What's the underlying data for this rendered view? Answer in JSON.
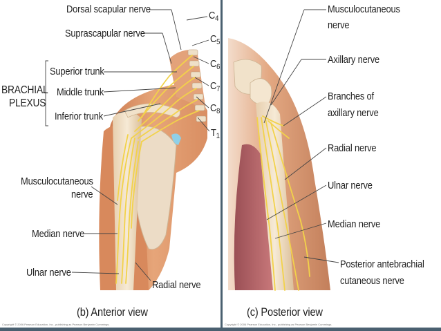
{
  "anterior": {
    "labels": {
      "dorsal_scapular": "Dorsal scapular nerve",
      "suprascapular": "Suprascapular nerve",
      "superior_trunk": "Superior trunk",
      "middle_trunk": "Middle trunk",
      "inferior_trunk": "Inferior trunk",
      "brachial_1": "BRACHIAL",
      "brachial_2": "PLEXUS",
      "musculo_1": "Musculocutaneous",
      "musculo_2": "nerve",
      "median": "Median nerve",
      "ulnar": "Ulnar nerve",
      "radial": "Radial nerve"
    },
    "roots": [
      "C4",
      "C5",
      "C6",
      "C7",
      "C8",
      "T1"
    ],
    "caption": "(b) Anterior view",
    "copyright": "Copyright © 2006 Pearson Education, Inc., publishing as Pearson Benjamin Cummings."
  },
  "posterior": {
    "labels": {
      "musculo_1": "Musculocutaneous",
      "musculo_2": "nerve",
      "axillary": "Axillary nerve",
      "branches_1": "Branches of",
      "branches_2": "axillary nerve",
      "radial": "Radial nerve",
      "ulnar": "Ulnar nerve",
      "median": "Median nerve",
      "post_ante_1": "Posterior antebrachial",
      "post_ante_2": "cutaneous nerve"
    },
    "caption": "(c) Posterior view",
    "copyright": "Copyright © 2006 Pearson Education, Inc., publishing as Pearson Benjamin Cummings."
  },
  "colors": {
    "nerve": "#f2d24a",
    "skin": "#d99263",
    "bone": "#efdcc0",
    "divider": "#4a6070"
  }
}
